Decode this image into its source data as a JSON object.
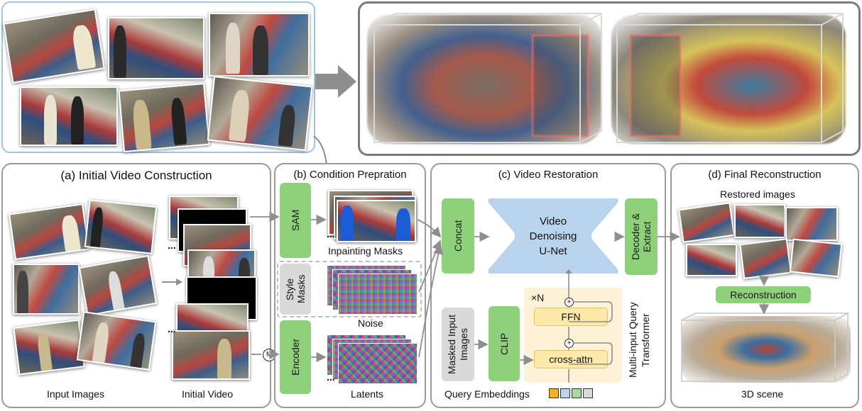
{
  "panels": {
    "a_title": "(a) Initial Video Construction",
    "b_title": "(b) Condition Prepration",
    "c_title": "(c) Video Restoration",
    "d_title": "(d) Final Reconstruction"
  },
  "labels": {
    "input_images": "Input Images",
    "initial_video": "Initial Video",
    "sam": "SAM",
    "inpainting_masks": "Inpainting Masks",
    "style_masks": "Style Masks",
    "noise": "Noise",
    "encoder": "Encoder",
    "latents": "Latents",
    "concat": "Concat",
    "unet_line1": "Video",
    "unet_line2": "Denoising",
    "unet_line3": "U-Net",
    "decoder": "Decoder & Extract",
    "masked_input": "Masked Input Images",
    "clip": "CLIP",
    "times_n": "×N",
    "ffn": "FFN",
    "cross_attn": "cross-attn",
    "transformer": "Multi-input Query Transformer",
    "query_embeddings": "Query Embeddings",
    "restored_images": "Restored images",
    "reconstruction": "Reconstruction",
    "scene_3d": "3D scene",
    "m_symbol": "M",
    "plus": "+",
    "ellipsis": "..."
  },
  "colors": {
    "green": "#8fd07a",
    "blue_unet": "#b9d3ec",
    "yellow_block": "#fde9a9",
    "yellow_bg": "#fdf2d6",
    "grey_box": "#d9d9d9",
    "highlight_red": "#f06a6a",
    "top_left_border": "#9cc5e8"
  }
}
